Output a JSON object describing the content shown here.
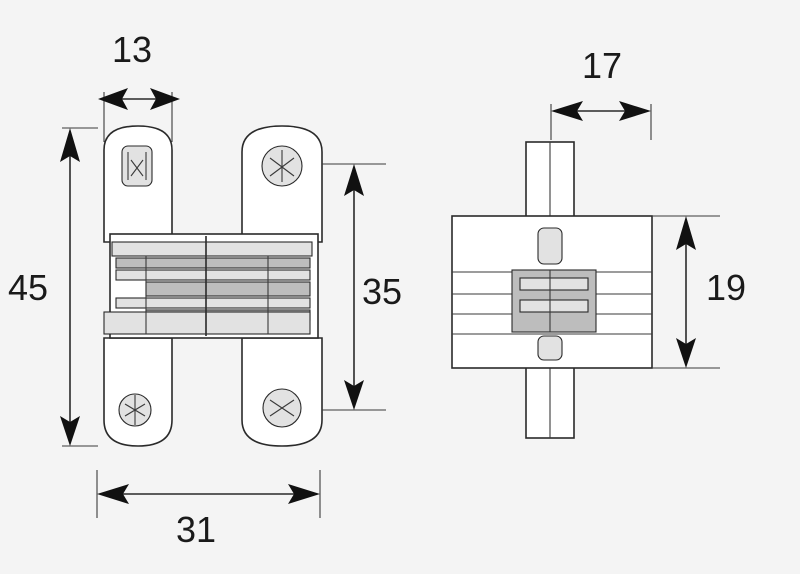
{
  "dimensions": {
    "top_width": "13",
    "total_height": "45",
    "hole_spacing": "35",
    "bottom_width": "31",
    "side_depth": "17",
    "side_height": "19"
  },
  "colors": {
    "background": "#f4f4f4",
    "line": "#2a2a2a",
    "shade": "#bdbdbd"
  }
}
